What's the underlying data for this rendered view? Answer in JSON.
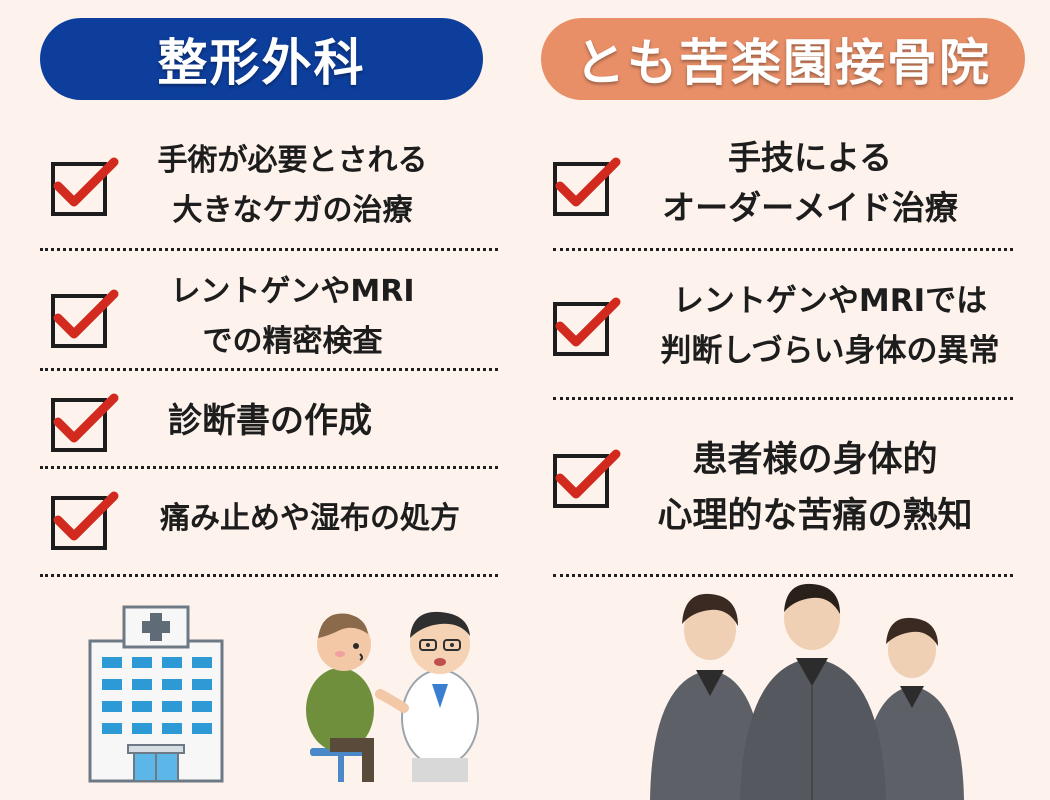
{
  "left": {
    "header": "整形外科",
    "items": [
      {
        "line1": "手術が必要とされる",
        "line2": "大きなケガの治療"
      },
      {
        "line1": "レントゲンやMRI",
        "line2": "での精密検査"
      },
      {
        "line1": "診断書の作成",
        "line2": ""
      },
      {
        "line1": "痛み止めや湿布の処方",
        "line2": ""
      }
    ]
  },
  "right": {
    "header": "とも苦楽園接骨院",
    "items": [
      {
        "line1": "手技による",
        "line2": "オーダーメイド治療"
      },
      {
        "line1": "レントゲンやMRIでは",
        "line2": "判断しづらい身体の異常"
      },
      {
        "line1": "患者様の身体的",
        "line2": "心理的な苦痛の熟知"
      }
    ]
  },
  "colors": {
    "background": "#fdf3ec",
    "left_header": "#0d3e9c",
    "right_header": "#e88f68",
    "check": "#d22a1e"
  },
  "icons": {
    "check": "checkbox-check-icon",
    "hospital": "hospital-building-illustration",
    "consultation": "doctor-patient-illustration",
    "staff": "staff-group-photo"
  }
}
